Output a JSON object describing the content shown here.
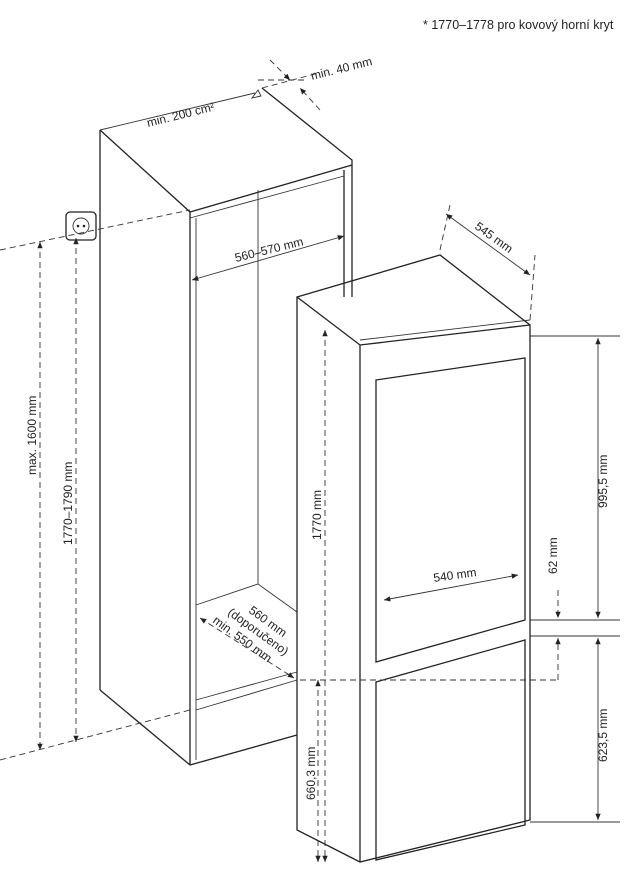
{
  "note": "* 1770–1778 pro kovový horní kryt",
  "cabinet": {
    "ventilation": "min. 200 cm²",
    "gap": "min. 40 mm",
    "inner_width": "560–570 mm",
    "socket_height": "max. 1600 mm",
    "niche_height": "1770–1790 mm",
    "depth_recommended": "560 mm",
    "depth_recommended_note": "(doporučeno)",
    "depth_min": "min. 550 mm",
    "socket_icon": "power-socket-icon"
  },
  "appliance": {
    "depth": "545 mm",
    "height": "1770 mm",
    "width": "540 mm",
    "upper_door": "995,5 mm",
    "door_gap": "62 mm",
    "lower_door": "623,5 mm",
    "lower_door_offset": "660,3 mm"
  }
}
